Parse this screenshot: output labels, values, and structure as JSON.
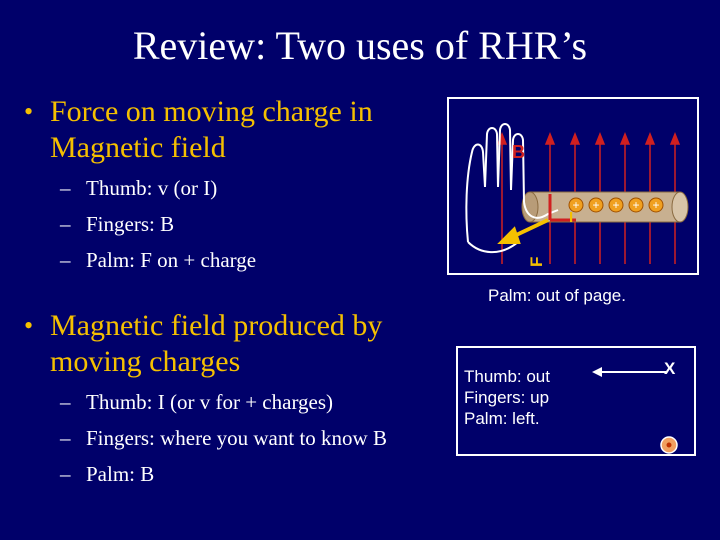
{
  "title": "Review: Two uses of RHR’s",
  "section1": {
    "bullet_line1": "Force on moving charge in",
    "bullet_line2": "Magnetic field",
    "subitems": [
      "Thumb: v (or I)",
      "Fingers: B",
      "Palm: F on + charge"
    ]
  },
  "section2": {
    "bullet_line1": "Magnetic field produced by",
    "bullet_line2": "moving charges",
    "subitems": [
      "Thumb: I (or v for + charges)",
      "Fingers: where you want to know B",
      "Palm: B"
    ]
  },
  "figure1": {
    "label_B": "B",
    "label_I": "I",
    "label_F": "F",
    "caption": "Palm: out of page.",
    "charge_symbol": "+",
    "colors": {
      "field_lines": "#d02020",
      "wire": "#c8b090",
      "force": "#f5c000",
      "charge": "#f0a020"
    }
  },
  "figure2": {
    "lines": [
      "Thumb: out",
      "Fingers: up",
      "Palm: left."
    ],
    "label_x": "X"
  }
}
